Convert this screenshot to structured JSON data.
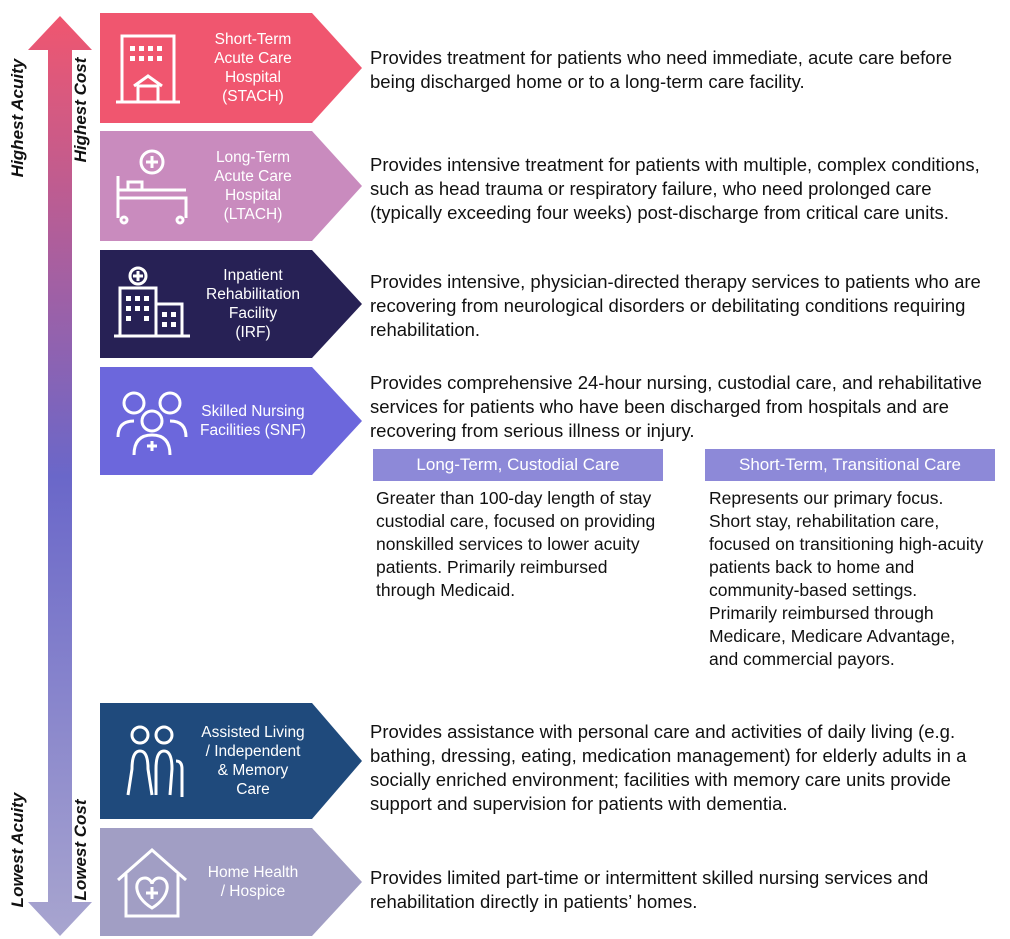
{
  "axis": {
    "left_top": "Highest Acuity",
    "left_bottom": "Lowest Acuity",
    "right_top": "Highest Cost",
    "right_bottom": "Lowest Cost"
  },
  "levels": [
    {
      "label": "Short-Term\nAcute Care\nHospital\n(STACH)",
      "icon": "hospital-building-icon",
      "color": "#f0566f",
      "description": "Provides treatment for patients who need immediate, acute care before being discharged home or to a long-term care facility."
    },
    {
      "label": "Long-Term\nAcute Care\nHospital\n(LTACH)",
      "icon": "hospital-bed-icon",
      "color": "#c98bbe",
      "description": "Provides intensive treatment for patients with multiple, complex conditions, such as head trauma or respiratory failure, who need prolonged care (typically exceeding four weeks) post-discharge from critical care units."
    },
    {
      "label": "Inpatient\nRehabilitation\nFacility\n(IRF)",
      "icon": "rehab-building-icon",
      "color": "#272155",
      "description": "Provides intensive, physician-directed therapy services to patients who are recovering from neurological disorders or debilitating conditions requiring rehabilitation."
    },
    {
      "label": "Skilled Nursing\nFacilities (SNF)",
      "icon": "nursing-staff-icon",
      "color": "#6c67dc",
      "description": "Provides comprehensive 24-hour nursing, custodial care, and rehabilitative services for patients who have been discharged from hospitals and are recovering from serious illness or injury."
    },
    {
      "label": "Assisted Living\n/ Independent\n& Memory\nCare",
      "icon": "elderly-couple-icon",
      "color": "#1f4a7c",
      "description": "Provides assistance with personal care and activities of daily living (e.g. bathing, dressing, eating, medication management) for elderly adults in a socially enriched environment; facilities with memory care units provide support and supervision for patients with dementia."
    },
    {
      "label": "Home Health\n/ Hospice",
      "icon": "home-heart-icon",
      "color": "#a19ec4",
      "description": "Provides limited part-time or intermittent skilled nursing services and rehabilitation directly in patients’ homes."
    }
  ],
  "snf_split": {
    "long_term": {
      "heading": "Long-Term, Custodial Care",
      "text": "Greater than 100-day length of stay custodial care, focused on providing nonskilled services to lower acuity patients. Primarily reimbursed through Medicaid."
    },
    "short_term": {
      "heading": "Short-Term, Transitional Care",
      "text": "Represents our primary focus. Short stay, rehabilitation care, focused on transitioning high-acuity patients back to home and community-based settings. Primarily reimbursed through Medicare, Medicare Advantage, and commercial payors."
    }
  },
  "colors": {
    "axis_top": "#f0566f",
    "axis_mid": "#6a67c9",
    "axis_bottom": "#a8a5cf",
    "subhead_bg": "#8d89d8"
  }
}
